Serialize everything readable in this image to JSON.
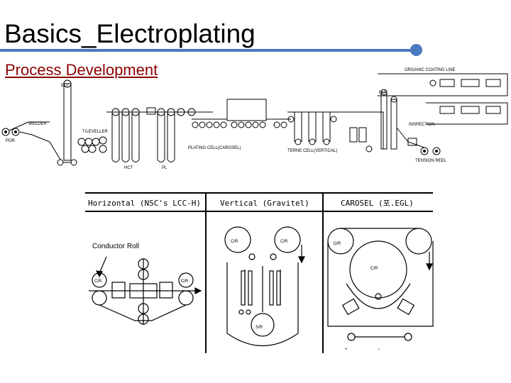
{
  "slide": {
    "title": "Basics_Electroplating",
    "subtitle": "Process Development"
  },
  "process_line": {
    "labels": {
      "organic_coating_line": "ORGANIC COATING LINE",
      "elt_top": "ELT",
      "elt_right": "ELT",
      "welder": "WELDER",
      "por": "POR",
      "tleveller": "T/LEVELLER",
      "plating_cell": "PLATING CELL(CAROSEL)",
      "terne_cell": "TERNE CELL(VERTICAL)",
      "inspection": "INSPECTION",
      "tension_reel": "TENSION REEL",
      "hct": "HCT",
      "pl": "PL"
    }
  },
  "cell_types": {
    "headers": [
      "Horizontal (NSC's LCC-H)",
      "Vertical (Gravitel)",
      "CAROSEL (포.EGL)"
    ],
    "labels": {
      "conductor_roll": "Conductor Roll",
      "cr": "C/R",
      "sr": "S/R",
      "dr": "D/R",
      "plus": "+",
      "minus": "−"
    }
  }
}
